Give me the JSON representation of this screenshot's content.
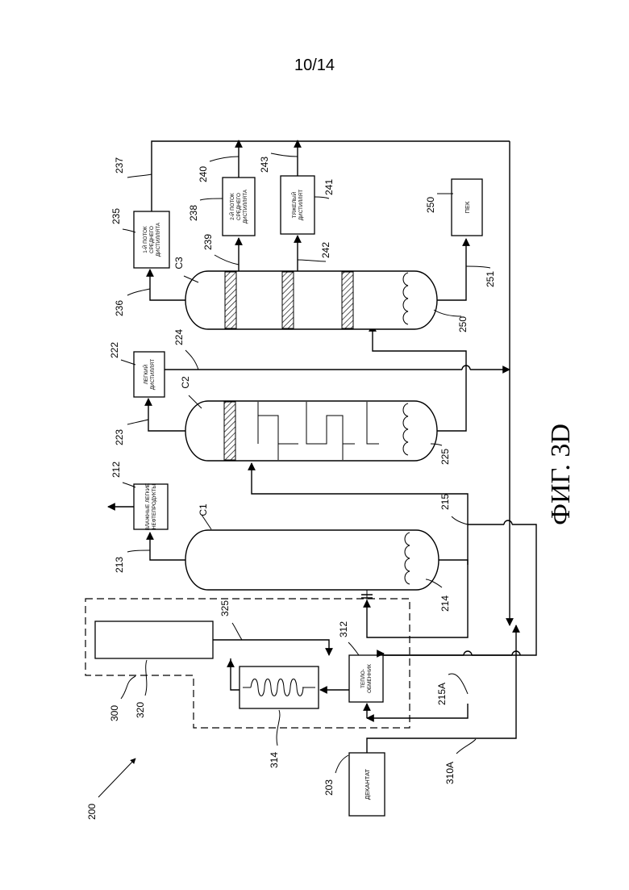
{
  "page_number": "10/14",
  "figure_label": "ФИГ. 3D",
  "reference_numerals": {
    "system": "200",
    "unit": "300",
    "decantate_ref": "203",
    "heat_exchanger_ref": "312",
    "heater_ref": "314",
    "reactor_ref": "320",
    "line_325": "325",
    "line_310a": "310A",
    "line_215a": "215A",
    "line_214": "214",
    "line_215": "215",
    "line_213": "213",
    "light_products_ref": "212",
    "line_223": "223",
    "light_distillate_ref": "222",
    "line_224": "224",
    "line_225": "225",
    "line_236": "236",
    "first_middle_ref": "235",
    "line_237": "237",
    "line_239": "239",
    "second_middle_ref": "238",
    "line_240": "240",
    "line_242": "242",
    "heavy_distillate_ref": "241",
    "line_243": "243",
    "line_250": "250",
    "pitch_ref": "250",
    "line_251": "251"
  },
  "columns": {
    "c1": "C1",
    "c2": "C2",
    "c3": "C3"
  },
  "boxes": {
    "decantate": "ДЕКАНТАТ",
    "heat_exchanger_line1": "ТЕПЛО-",
    "heat_exchanger_line2": "ОБМЕННИК",
    "light_products_line1": "ВЛАЖНЫЕ ЛЕГКИЕ",
    "light_products_line2": "НЕФТЕПРОДУКТЫ",
    "light_distillate_line1": "ЛЕГКИЙ",
    "light_distillate_line2": "ДИСТИЛЛЯТ",
    "first_middle_line1": "1-Й ПОТОК",
    "first_middle_line2": "СРЕДНЕГО",
    "first_middle_line3": "ДИСТИЛЛЯТА",
    "second_middle_line1": "2-Й ПОТОК",
    "second_middle_line2": "СРЕДНЕГО",
    "second_middle_line3": "ДИСТИЛЛЯТА",
    "heavy_distillate_line1": "ТЯЖЕЛЫЙ",
    "heavy_distillate_line2": "ДИСТИЛЛЯТ",
    "pitch": "ПЕК"
  }
}
